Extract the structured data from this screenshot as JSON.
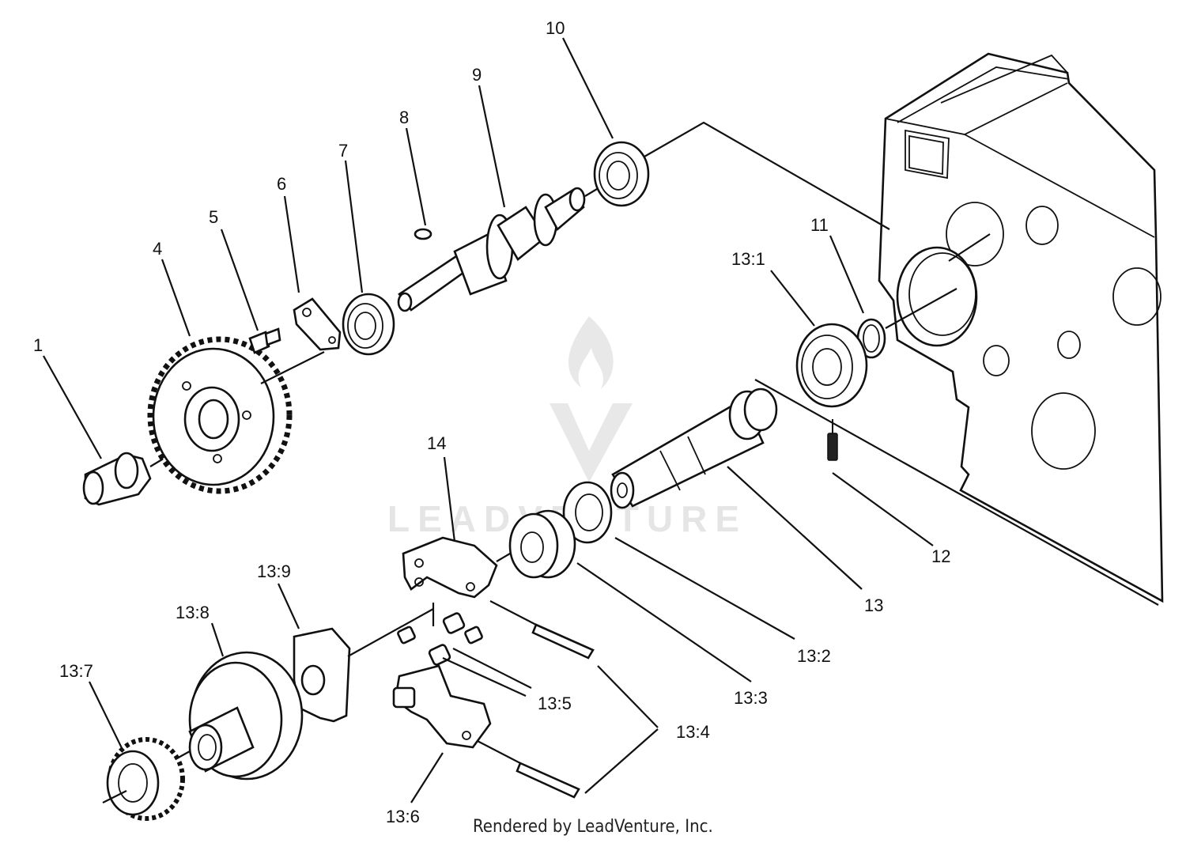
{
  "diagram": {
    "credit": "Rendered by LeadVenture, Inc.",
    "watermark": "LEADVENTURE",
    "callouts": {
      "c1": "1",
      "c4": "4",
      "c5": "5",
      "c6": "6",
      "c7": "7",
      "c8": "8",
      "c9": "9",
      "c10": "10",
      "c11": "11",
      "c12": "12",
      "c13": "13",
      "c13_1": "13:1",
      "c13_2": "13:2",
      "c13_3": "13:3",
      "c13_4": "13:4",
      "c13_5": "13:5",
      "c13_6": "13:6",
      "c13_7": "13:7",
      "c13_8": "13:8",
      "c13_9": "13:9",
      "c14": "14"
    }
  }
}
